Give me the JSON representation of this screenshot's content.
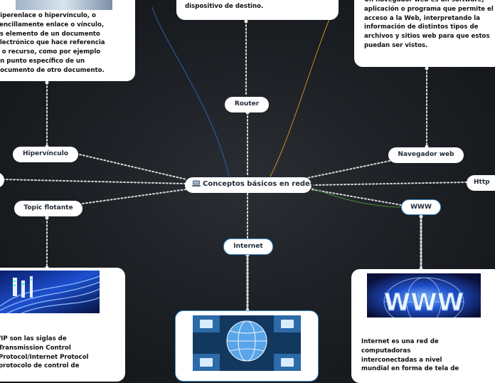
{
  "central": {
    "label": "Conceptos básicos en redes",
    "icon": "computer-icon"
  },
  "topics": {
    "router": "Router",
    "navegador": "Navegador web",
    "http": "Http",
    "www": "WWW",
    "internet": "Internet",
    "topic_flotante": "Topic flotante",
    "hipervinculo": "Hipervínculo"
  },
  "notes": {
    "router": "paquete de datos para llegar a la red y al dispositivo de destino.",
    "navegador": "Un navegador web es un software, aplicación o programa que permite el acceso a la Web, interpretando la información de distintos tipos de archivos y sitios web para que estos puedan ser vistos.",
    "hipervinculo": "hiperenlace o hipervínculo, o sencillamente enlace o vínculo, es elemento de un documento electrónico que hace referencia a o recurso, como por ejemplo un punto específico de un documento de otro documento.",
    "tcpip": "/IP son las siglas de Transmission Control Protocol/Internet Protocol protocolo de control de",
    "www": "Internet es una red de computadoras interconectadas a nivel mundial en forma de tela de"
  },
  "images": {
    "www_graphic": "WWW"
  },
  "colors": {
    "background": "#1b1e22",
    "node": "#ffffff",
    "node_border": "#3b8fd1",
    "connector": "#d8d8d8",
    "router_curve": "#2f5fa8",
    "navegador_curve": "#c98a2a",
    "www_curve": "#4d8f3a"
  }
}
